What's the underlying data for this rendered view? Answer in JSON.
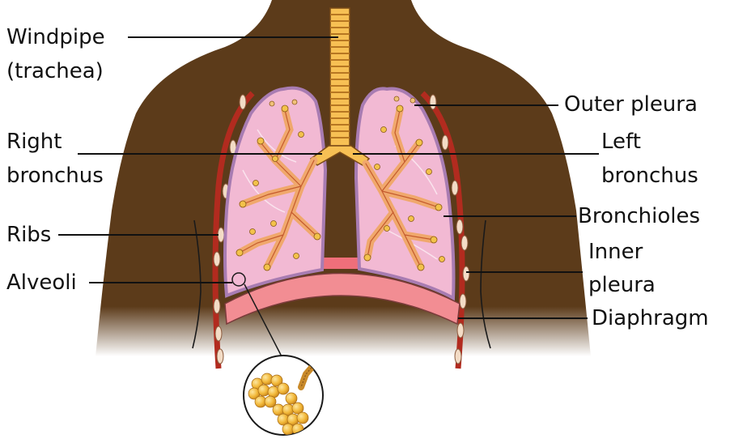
{
  "labels": {
    "windpipe_line1": "Windpipe",
    "windpipe_line2": "(trachea)",
    "right_bronchus_line1": "Right",
    "right_bronchus_line2": "bronchus",
    "ribs": "Ribs",
    "alveoli": "Alveoli",
    "outer_pleura": "Outer pleura",
    "left_bronchus_line1": "Left",
    "left_bronchus_line2": "bronchus",
    "bronchioles": "Bronchioles",
    "inner_pleura_line1": "Inner",
    "inner_pleura_line2": "pleura",
    "diaphragm": "Diaphragm"
  },
  "colors": {
    "body": "#5c3b1a",
    "lung": "#f2b9d3",
    "lung_edge": "#a87cb2",
    "airway": "#f0a86c",
    "trachea": "#f7c054",
    "alveoli": "#f3c24a",
    "rib": "#b22b1f",
    "rib_segment": "#f3dcc6",
    "diaphragm": "#f28d93"
  }
}
